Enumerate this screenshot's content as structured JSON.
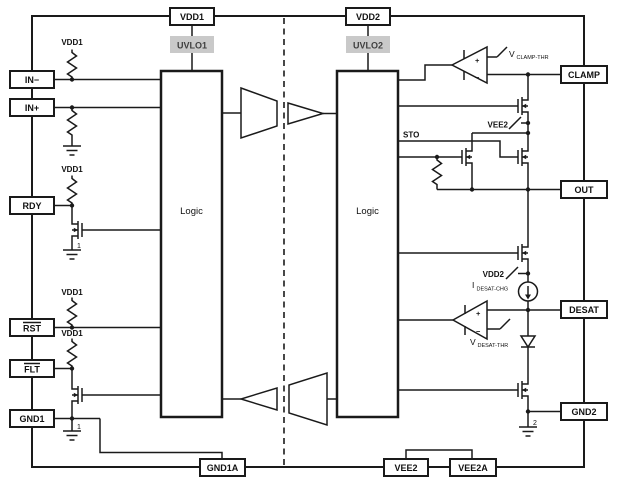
{
  "colors": {
    "line": "#1a1a1a",
    "uvlo_bg": "#c9c9c9",
    "background": "#ffffff"
  },
  "pins": {
    "top": [
      "VDD1",
      "VDD2"
    ],
    "left": [
      "IN−",
      "IN+",
      "RDY",
      "RST",
      "FLT",
      "GND1"
    ],
    "right": [
      "CLAMP",
      "OUT",
      "DESAT",
      "GND2"
    ],
    "bottom": [
      "GND1A",
      "VEE2",
      "VEE2A"
    ]
  },
  "blocks": {
    "logic_primary": "Logic",
    "logic_secondary": "Logic",
    "uvlo_primary": "UVLO1",
    "uvlo_secondary": "UVLO2"
  },
  "nets": {
    "vdd1_in_minus": "VDD1",
    "vdd1_rdy": "VDD1",
    "vdd1_rst": "VDD1",
    "vdd1_flt": "VDD1",
    "sto": "STO",
    "vee2": "VEE2",
    "vdd2": "VDD2",
    "gnd_ref_rdy": "1",
    "gnd_ref_gnd1": "1",
    "gnd_ref_gnd2": "2"
  },
  "refs": {
    "vclamp": {
      "sym": "V",
      "sub": "CLAMP-THR"
    },
    "idesat": {
      "sym": "I",
      "sub": "DESAT-CHG"
    },
    "vdesat": {
      "sym": "V",
      "sub": "DESAT-THR"
    }
  },
  "comparator": {
    "plus": "+",
    "minus": "−"
  }
}
